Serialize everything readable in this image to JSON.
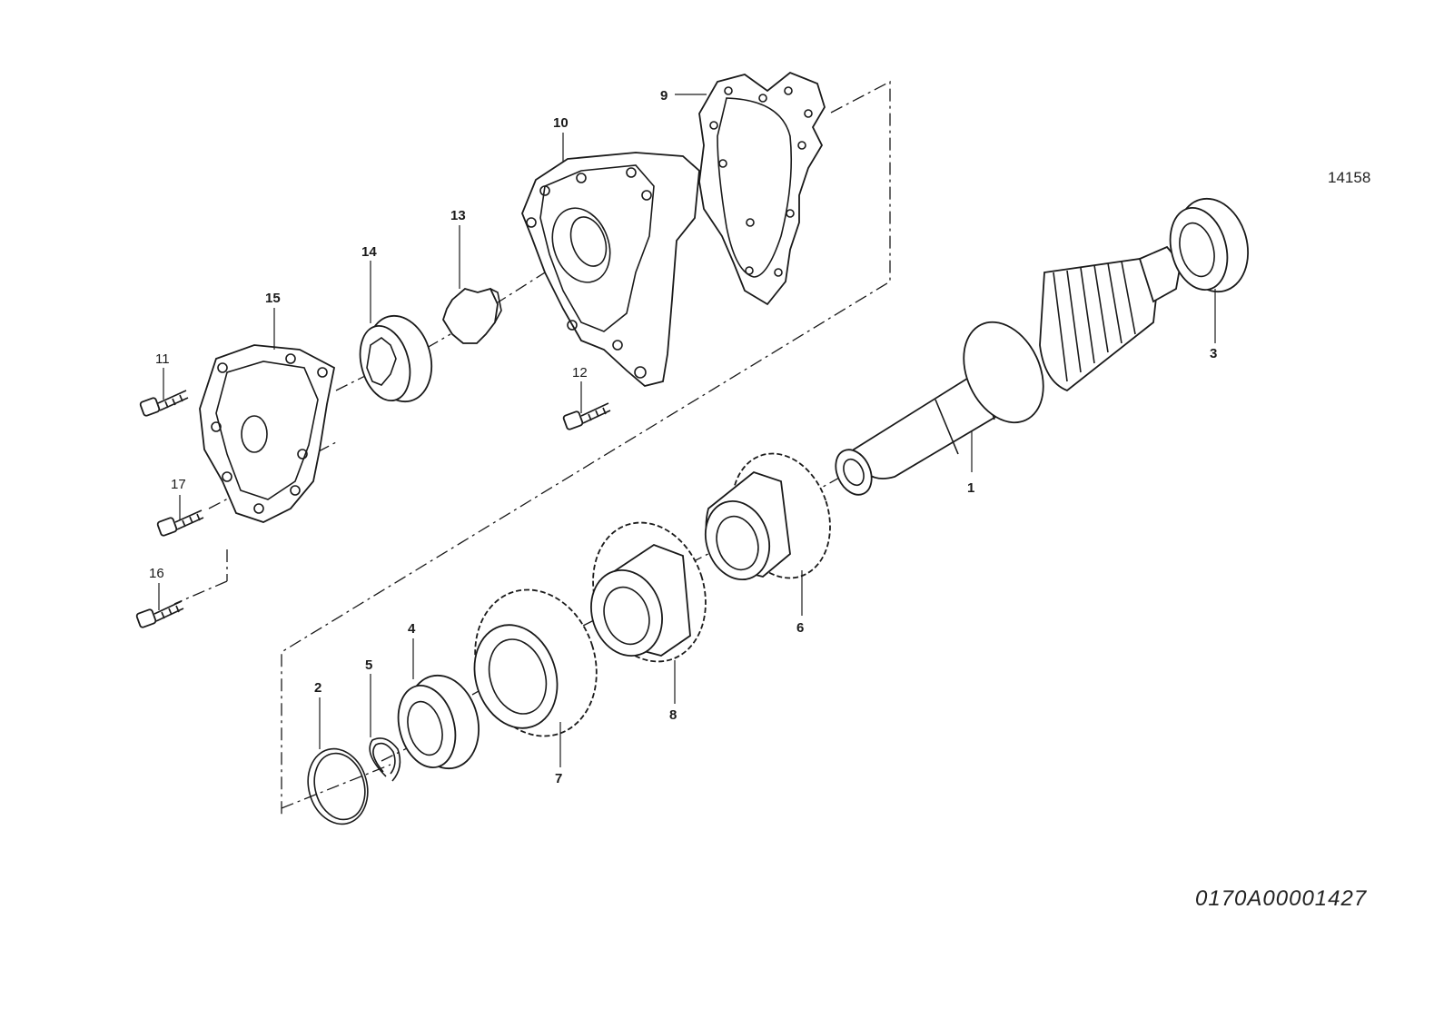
{
  "drawing": {
    "ref_top": "14158",
    "ref_bottom": "0170A00001427"
  },
  "parts": [
    {
      "id": "p1",
      "label": "1"
    },
    {
      "id": "p2",
      "label": "2"
    },
    {
      "id": "p3",
      "label": "3"
    },
    {
      "id": "p4",
      "label": "4"
    },
    {
      "id": "p5",
      "label": "5"
    },
    {
      "id": "p6",
      "label": "6"
    },
    {
      "id": "p7",
      "label": "7"
    },
    {
      "id": "p8",
      "label": "8"
    },
    {
      "id": "p9",
      "label": "9"
    },
    {
      "id": "p10",
      "label": "10"
    },
    {
      "id": "p11",
      "label": "11"
    },
    {
      "id": "p12",
      "label": "12"
    },
    {
      "id": "p13",
      "label": "13"
    },
    {
      "id": "p14",
      "label": "14"
    },
    {
      "id": "p15",
      "label": "15"
    },
    {
      "id": "p16",
      "label": "16"
    },
    {
      "id": "p17",
      "label": "17"
    }
  ]
}
